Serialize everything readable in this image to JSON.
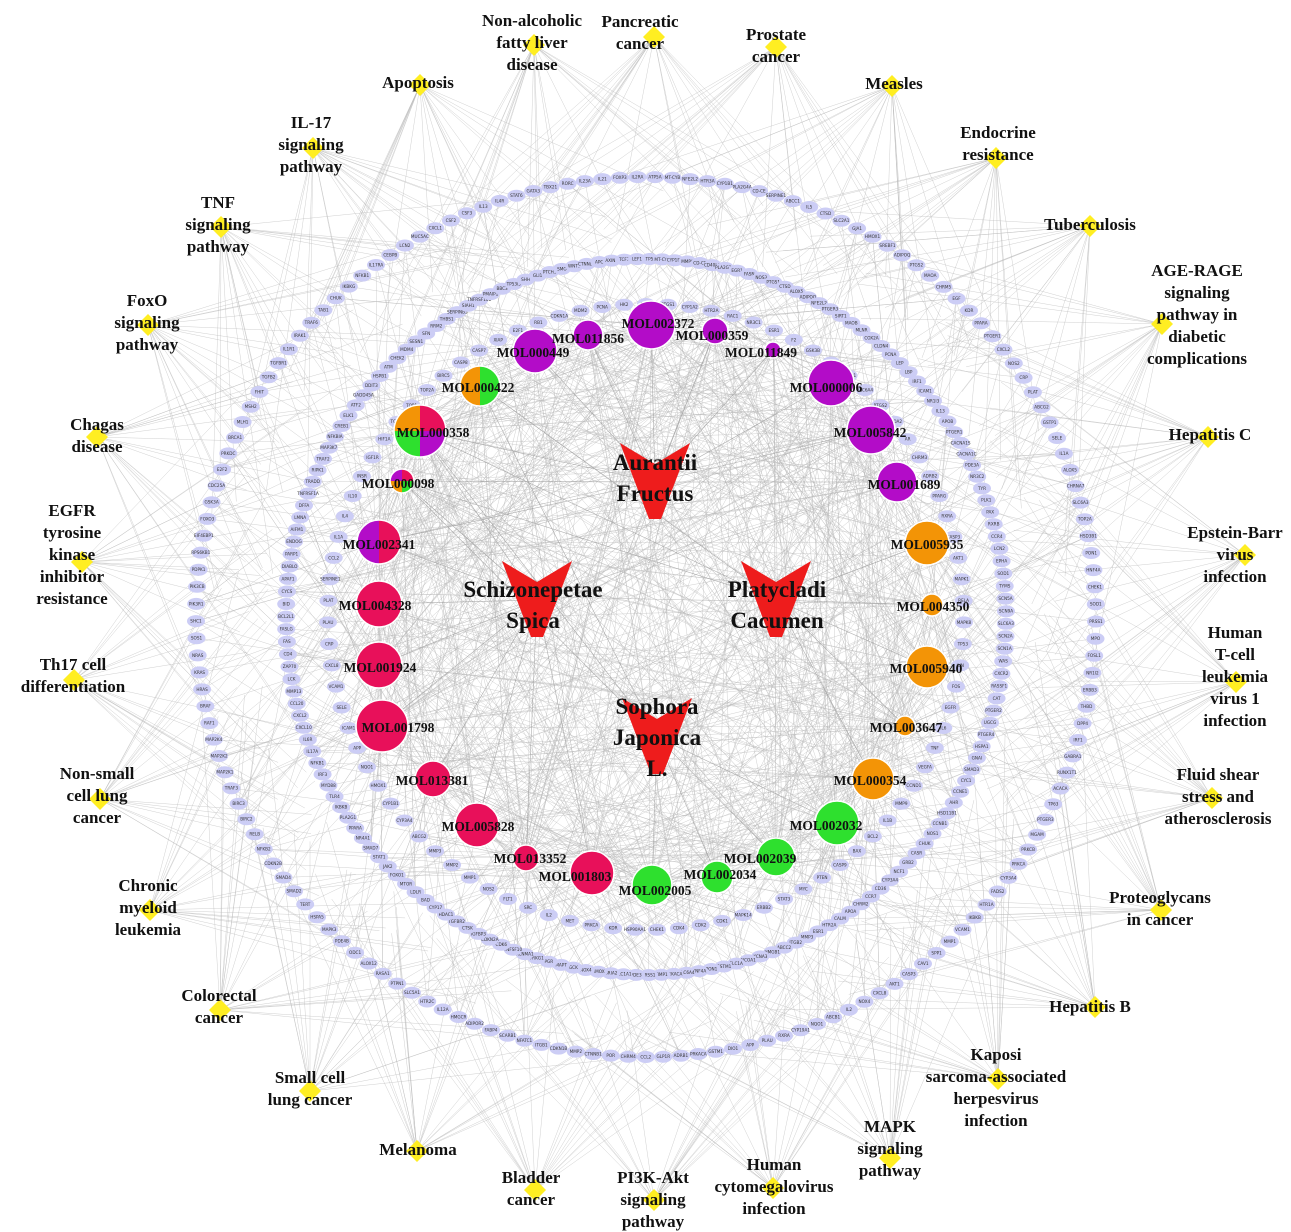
{
  "colors": {
    "herb": "#ee1c1c",
    "pathway_node": "#ffee22",
    "target_node": "#cccdf5",
    "edge": "#b9b9b9",
    "Aurantii_Fructus": "#b30cc8",
    "Schizonepetae_Spica": "#e8105a",
    "Platycladi_Cacumen": "#f39406",
    "Sophora_Japonica": "#2ee02e"
  },
  "herbs": [
    {
      "id": "AF",
      "lines": [
        "Aurantii",
        "Fructus"
      ]
    },
    {
      "id": "SS",
      "lines": [
        "Schizonepetae",
        "Spica"
      ]
    },
    {
      "id": "PC",
      "lines": [
        "Platycladi",
        "Cacumen"
      ]
    },
    {
      "id": "SJ",
      "lines": [
        "Sophora",
        "Japonica",
        "L."
      ]
    }
  ],
  "compounds": [
    {
      "name": "MOL002372",
      "herbs": [
        "AF"
      ]
    },
    {
      "name": "MOL000359",
      "herbs": [
        "AF"
      ]
    },
    {
      "name": "MOL011849",
      "herbs": [
        "AF"
      ]
    },
    {
      "name": "MOL000006",
      "herbs": [
        "AF"
      ]
    },
    {
      "name": "MOL005842",
      "herbs": [
        "AF"
      ]
    },
    {
      "name": "MOL001689",
      "herbs": [
        "AF"
      ]
    },
    {
      "name": "MOL005935",
      "herbs": [
        "PC"
      ]
    },
    {
      "name": "MOL004350",
      "herbs": [
        "PC"
      ]
    },
    {
      "name": "MOL005940",
      "herbs": [
        "PC"
      ]
    },
    {
      "name": "MOL003647",
      "herbs": [
        "PC"
      ]
    },
    {
      "name": "MOL000354",
      "herbs": [
        "PC"
      ]
    },
    {
      "name": "MOL002032",
      "herbs": [
        "SJ"
      ]
    },
    {
      "name": "MOL002039",
      "herbs": [
        "SJ"
      ]
    },
    {
      "name": "MOL002034",
      "herbs": [
        "SJ"
      ]
    },
    {
      "name": "MOL002005",
      "herbs": [
        "SJ"
      ]
    },
    {
      "name": "MOL001803",
      "herbs": [
        "SS"
      ]
    },
    {
      "name": "MOL013352",
      "herbs": [
        "SS"
      ]
    },
    {
      "name": "MOL005828",
      "herbs": [
        "SS"
      ]
    },
    {
      "name": "MOL013381",
      "herbs": [
        "SS"
      ]
    },
    {
      "name": "MOL001798",
      "herbs": [
        "SS"
      ]
    },
    {
      "name": "MOL001924",
      "herbs": [
        "SS"
      ]
    },
    {
      "name": "MOL004328",
      "herbs": [
        "SS"
      ]
    },
    {
      "name": "MOL002341",
      "herbs": [
        "SS",
        "AF"
      ]
    },
    {
      "name": "MOL000098",
      "herbs": [
        "SS",
        "SJ",
        "PC",
        "AF"
      ]
    },
    {
      "name": "MOL000358",
      "herbs": [
        "SS",
        "AF",
        "SJ",
        "PC"
      ]
    },
    {
      "name": "MOL000422",
      "herbs": [
        "SJ",
        "PC"
      ]
    },
    {
      "name": "MOL000449",
      "herbs": [
        "AF"
      ]
    },
    {
      "name": "MOL011856",
      "herbs": [
        "AF"
      ]
    }
  ],
  "pathways": [
    {
      "lines": [
        "Pancreatic",
        "cancer"
      ]
    },
    {
      "lines": [
        "Prostate",
        "cancer"
      ]
    },
    {
      "lines": [
        "Measles"
      ]
    },
    {
      "lines": [
        "Endocrine",
        "resistance"
      ]
    },
    {
      "lines": [
        "Tuberculosis"
      ]
    },
    {
      "lines": [
        "AGE-RAGE",
        "signaling",
        "pathway in",
        "diabetic",
        "complications"
      ]
    },
    {
      "lines": [
        "Hepatitis C"
      ]
    },
    {
      "lines": [
        "Epstein-Barr",
        "virus",
        "infection"
      ]
    },
    {
      "lines": [
        "Human",
        "T-cell",
        "leukemia",
        "virus 1",
        "infection"
      ]
    },
    {
      "lines": [
        "Fluid shear",
        "stress and",
        "atherosclerosis"
      ]
    },
    {
      "lines": [
        "Proteoglycans",
        "in cancer"
      ]
    },
    {
      "lines": [
        "Hepatitis B"
      ]
    },
    {
      "lines": [
        "Kaposi",
        "sarcoma-associated",
        "herpesvirus",
        "infection"
      ]
    },
    {
      "lines": [
        "MAPK",
        "signaling",
        "pathway"
      ]
    },
    {
      "lines": [
        "Human",
        "cytomegalovirus",
        "infection"
      ]
    },
    {
      "lines": [
        "PI3K-Akt",
        "signaling",
        "pathway"
      ]
    },
    {
      "lines": [
        "Bladder",
        "cancer"
      ]
    },
    {
      "lines": [
        "Melanoma"
      ]
    },
    {
      "lines": [
        "Small cell",
        "lung cancer"
      ]
    },
    {
      "lines": [
        "Colorectal",
        "cancer"
      ]
    },
    {
      "lines": [
        "Chronic",
        "myeloid",
        "leukemia"
      ]
    },
    {
      "lines": [
        "Non-small",
        "cell lung",
        "cancer"
      ]
    },
    {
      "lines": [
        "Th17 cell",
        "differentiation"
      ]
    },
    {
      "lines": [
        "EGFR",
        "tyrosine",
        "kinase",
        "inhibitor",
        "resistance"
      ]
    },
    {
      "lines": [
        "Chagas",
        "disease"
      ]
    },
    {
      "lines": [
        "FoxO",
        "signaling",
        "pathway"
      ]
    },
    {
      "lines": [
        "TNF",
        "signaling",
        "pathway"
      ]
    },
    {
      "lines": [
        "IL-17",
        "signaling",
        "pathway"
      ]
    },
    {
      "lines": [
        "Apoptosis"
      ]
    },
    {
      "lines": [
        "Non-alcoholic",
        "fatty liver",
        "disease"
      ]
    }
  ],
  "targets_inner": [
    "ESR2",
    "PTGS1",
    "CYP1A2",
    "HTR2A",
    "RAC1",
    "NR3C1",
    "ESR1",
    "F2",
    "GSK3B",
    "PIK3CA",
    "CHRM1",
    "SLC6A4",
    "PTGS2",
    "NCOA2",
    "AR",
    "CHRM3",
    "ADRB2",
    "PPARG",
    "RXRA",
    "CASP3",
    "AKT1",
    "MAPK1",
    "RELA",
    "MAPK8",
    "TP53",
    "JUN",
    "FOS",
    "EGFR",
    "IL6",
    "TNF",
    "VEGFA",
    "CCND1",
    "MMP9",
    "IL1B",
    "BCL2",
    "BAX",
    "CASP9",
    "PTEN",
    "MYC",
    "STAT3",
    "ERBB2",
    "MAPK14",
    "CDK1",
    "CDK2",
    "CDK4",
    "CHEK1",
    "HSP90AA1",
    "KDR",
    "PRKCA",
    "MET",
    "IL2",
    "SRC",
    "FLT1",
    "NOS2",
    "MMP1",
    "MMP2",
    "MMP3",
    "ABCG2",
    "CYP3A4",
    "CYP1B1",
    "HMOX1",
    "NQO1",
    "APP",
    "ICAM1",
    "SELE",
    "VCAM1",
    "CXCL8",
    "CRP",
    "PLAU",
    "PLAT",
    "SERPINE1",
    "CCL2",
    "IL1A",
    "IL4",
    "IL10",
    "INSR",
    "IGF1R",
    "HIF1A",
    "TGFB1",
    "TOP1",
    "TOP2A",
    "BIRC5",
    "CASP8",
    "CASP7",
    "XIAP",
    "E2F1",
    "RB1",
    "CDKN1A",
    "MDM2",
    "PCNA",
    "HK2"
  ],
  "targets_outer": [
    "ATP5A",
    "MT-CYB",
    "CYP1B1",
    "MMP9",
    "CD-CE",
    "CD40LG",
    "PLA2G2A",
    "EGR1",
    "FASN",
    "NOS3",
    "PTGS1",
    "CTSD",
    "ALOX5",
    "ADIPOQ",
    "NFE2L2",
    "PTGER3",
    "SIRT1",
    "MAOB",
    "MLNR",
    "COX2A",
    "CLDN4",
    "PCNA",
    "LEP",
    "LBP",
    "IRF1",
    "ICAM1",
    "NR1I3",
    "IL13",
    "APOB",
    "PTGER1",
    "CACNA1S",
    "CACNA1C",
    "PDE3A",
    "NR3C2",
    "TYR",
    "PLK1",
    "PAX",
    "RXRB",
    "CCR4",
    "LCN2",
    "EPHA",
    "SOD1",
    "TYMS",
    "SCN5A",
    "SCN9A",
    "SLC6A3",
    "SCN2A",
    "SCN1A",
    "WAS",
    "CXCR2",
    "RASSF1",
    "CAT",
    "PTGER2",
    "UGCG",
    "PTGER4",
    "HSPA1",
    "GNAI",
    "SMAD3",
    "CYC1",
    "CCNE1",
    "AHR",
    "HSD11B1",
    "CCNB1",
    "NOS1",
    "CHUK",
    "CASR",
    "GRB2",
    "NCF1",
    "CYP3A4",
    "CD36",
    "CCR7",
    "CHRM2",
    "APOA",
    "CALM",
    "HTR2A",
    "ESR1",
    "MMP3",
    "ITGB2",
    "ABCC2",
    "HMGB1",
    "KCNA3",
    "NCOA1",
    "SLC1A",
    "GSTM1",
    "PON1",
    "HNF4A",
    "SLC6A4",
    "PRKACA",
    "TIMP1",
    "PRSS1",
    "PDE3",
    "SLC1A1",
    "GRIA2",
    "HMOX",
    "NOX4",
    "GCK",
    "MAPT",
    "PGR",
    "PRKG1",
    "KCNMA1",
    "TNFSF10",
    "CDK6",
    "CDKN2A",
    "IGFBP3",
    "CTSK",
    "TGFBR2",
    "HDAC1",
    "CYP17",
    "BAD",
    "LDLR",
    "MTOR",
    "FOXO1",
    "JAK2",
    "STAT1",
    "SMAD7",
    "NR4A1",
    "PPARA",
    "PLA2G1",
    "IKBKB",
    "TLR4",
    "MYD88",
    "IRF3",
    "NFKB1",
    "IL17A",
    "IL6R",
    "CXCL10",
    "CXCL2",
    "CCL20",
    "MMP13",
    "LCK",
    "ZAP70",
    "CD4",
    "FAS",
    "FASLG",
    "BCL2L1",
    "BID",
    "CYCS",
    "APAF1",
    "DIABLO",
    "PARP1",
    "ENDOG",
    "AIFM1",
    "LMNA",
    "DFFA",
    "TNFRSF1A",
    "TRADD",
    "RIPK1",
    "TRAF2",
    "MAP3K7",
    "NFKBIA",
    "CREB1",
    "ELK1",
    "ATF2",
    "GADD45A",
    "DDIT3",
    "HSPB1",
    "ATM",
    "CHEK2",
    "MDM4",
    "SESN1",
    "SFN",
    "RRM2",
    "THBS1",
    "SERPINB5",
    "SIAH1",
    "TNFRSF10B",
    "PMAIP1",
    "BBC3",
    "TP53I3",
    "SHH",
    "GLI1",
    "PTCH1",
    "SMO",
    "WNT1",
    "CTNNB1",
    "APC",
    "AXIN1",
    "TCF7",
    "LEF1"
  ],
  "targets_outermost": [
    "ATP5A",
    "MT-CYB",
    "NFE2L2",
    "HTR3A",
    "CYP1B1",
    "PLA2G4A",
    "CD-CE",
    "SERPINE1",
    "ABCC1",
    "IL5",
    "CTSD",
    "SLC2A1",
    "GJA1",
    "HMOX1",
    "SREBF1",
    "ADIPOQ",
    "PTGS2",
    "MAOA",
    "CHRM5",
    "EGF",
    "KDR",
    "PPARA",
    "PTGER1",
    "CXCL2",
    "NOS2",
    "CRP",
    "PLAT",
    "ABCG2",
    "GSTP1",
    "SELE",
    "IL1A",
    "ALOX5",
    "CHRNA7",
    "SLC6A3",
    "TOP2A",
    "HSD3B1",
    "PON1",
    "HNF4A",
    "CHEK1",
    "SOD1",
    "PRSS1",
    "MPO",
    "FOSL1",
    "NR1I2",
    "ERBB3",
    "THBD",
    "DPP4",
    "IRF1",
    "GABRA1",
    "RUNX1T1",
    "ACACA",
    "TP63",
    "PTGER3",
    "MGAM",
    "PRKCB",
    "PRKCA",
    "CYP3A4",
    "FADS2",
    "HTR1A",
    "IKBKB",
    "VCAM1",
    "MMP1",
    "SPP1",
    "CAV1",
    "CASP3",
    "AKT1",
    "CXCL8",
    "NOX4",
    "IL2",
    "ABCB1",
    "NQO1",
    "CYP19A1",
    "RXRA",
    "PLAU",
    "APP",
    "DIO1",
    "GSTM1",
    "PRKACA",
    "ADRB1",
    "GLP1R",
    "CCL2",
    "CHRM4",
    "POR",
    "CTNNB1",
    "MMP2",
    "CDKN1B",
    "ITGB1",
    "NFATC1",
    "SCARB1",
    "FABP4",
    "ADIPOR2",
    "HMGCR",
    "IL12A",
    "HTR2C",
    "SLC5A1",
    "PTPN1",
    "RASA1",
    "ALOX12",
    "ODC1",
    "PDE4B",
    "MAPK3",
    "HSPA5",
    "TERT",
    "SMAD2",
    "SMAD4",
    "CDKN2B",
    "NFKB2",
    "RELB",
    "BIRC2",
    "BIRC3",
    "TRAF3",
    "MAP2K1",
    "MAP2K2",
    "MAP2K4",
    "RAF1",
    "BRAF",
    "HRAS",
    "KRAS",
    "NRAS",
    "SOS1",
    "SHC1",
    "PIK3R1",
    "PIK3CB",
    "PDPK1",
    "RPS6KB1",
    "EIF4EBP1",
    "FOXO3",
    "GSK3A",
    "CDC25A",
    "E2F2",
    "PRKDC",
    "BRCA1",
    "MLH1",
    "MSH2",
    "FHIT",
    "TGFB2",
    "TGFBR1",
    "IL1R1",
    "IRAK1",
    "TRAF6",
    "TAB1",
    "CHUK",
    "IKBKG",
    "NFKB1",
    "IL17RA",
    "CEBPB",
    "LCN2",
    "MUC5AC",
    "CXCL1",
    "CSF2",
    "CSF3",
    "IL13",
    "IL4R",
    "STAT6",
    "GATA3",
    "TBX21",
    "RORC",
    "IL23A",
    "IL21",
    "FOXP3",
    "IL2RA"
  ]
}
